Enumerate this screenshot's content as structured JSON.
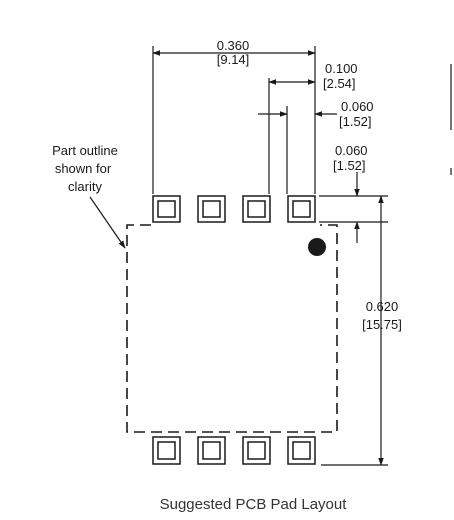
{
  "note_lines": [
    "Part outline",
    "shown for",
    "clarity"
  ],
  "dimensions": {
    "pad_span": {
      "in": "0.360",
      "mm": "[9.14]"
    },
    "pitch": {
      "in": "0.100",
      "mm": "[2.54]"
    },
    "pad_width": {
      "in": "0.060",
      "mm": "[1.52]"
    },
    "pad_length": {
      "in": "0.060",
      "mm": "[1.52]"
    },
    "row_span": {
      "in": "0.620",
      "mm": "[15.75]"
    }
  },
  "caption": "Suggested PCB Pad Layout",
  "colors": {
    "ink": "#1a1a1a",
    "caption": "#333333"
  }
}
